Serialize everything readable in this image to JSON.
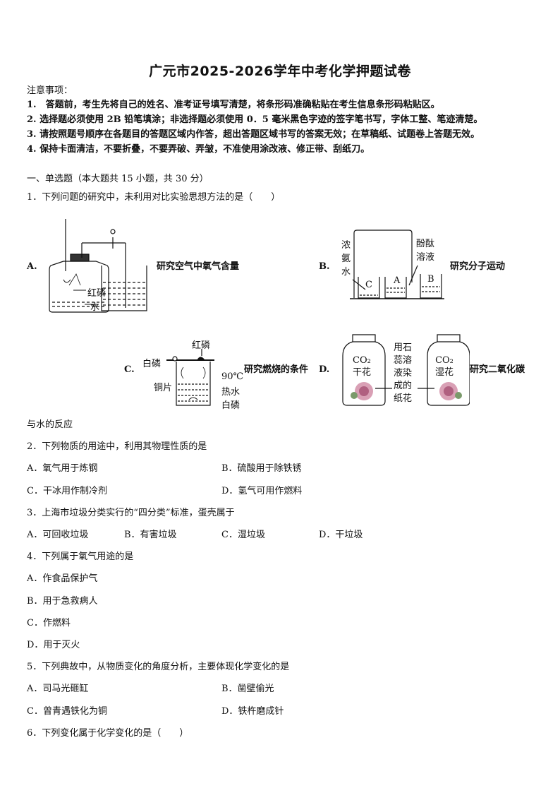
{
  "title": "广元市2025-2026学年中考化学押题试卷",
  "notice": {
    "heading": "注意事项：",
    "items": [
      "1.　答题前，考生先将自己的姓名、准考证号填写清楚，将条形码准确粘贴在考生信息条形码粘贴区。",
      "2.  选择题必须使用 2B 铅笔填涂；非选择题必须使用 0．5 毫米黑色字迹的签字笔书写，字体工整、笔迹清楚。",
      "3.  请按照题号顺序在各题目的答题区域内作答，超出答题区域书写的答案无效；在草稿纸、试题卷上答题无效。",
      "4.  保持卡面清洁，不要折叠，不要弄破、弄皱，不准使用涂改液、修正带、刮纸刀。"
    ]
  },
  "section": "一、单选题（本大题共 15 小题，共 30 分）",
  "q1": {
    "stem": "1．下列问题的研究中，未利用对比实验思想方法的是（　　）",
    "A": {
      "letter": "A.",
      "caption": "研究空气中氧气含量",
      "label_p": "红磷",
      "label_w": "水"
    },
    "B": {
      "letter": "B.",
      "caption": "研究分子运动",
      "label_left": [
        "浓",
        "氨",
        "水"
      ],
      "label_right": [
        "酚酞",
        "溶液"
      ],
      "beaker_c": "C",
      "beaker_a": "A",
      "beaker_b": "B"
    },
    "C": {
      "letter": "C.",
      "caption": "研究燃烧的条件",
      "label_red": "红磷",
      "label_white_top": "白磷",
      "label_cu": "铜片",
      "label_temp": "90℃",
      "label_hot": "热水",
      "label_white_bot": "白磷"
    },
    "D": {
      "letter": "D.",
      "caption": "研究二氧化碳",
      "jar1": [
        "CO₂",
        "干花"
      ],
      "jar2": [
        "CO₂",
        "湿花"
      ],
      "middle": [
        "用石",
        "蕊溶",
        "液染",
        "成的",
        "纸花"
      ]
    },
    "continuation": "与水的反应"
  },
  "q2": {
    "stem": "2．下列物质的用途中，利用其物理性质的是",
    "A": "A．氧气用于炼钢",
    "B": "B．硫酸用于除铁锈",
    "C": "C．干冰用作制冷剂",
    "D": "D．氢气可用作燃料"
  },
  "q3": {
    "stem": "3．上海市垃圾分类实行的“四分类”标准，蛋壳属于",
    "A": "A．可回收垃圾",
    "B": "B．有害垃圾",
    "C": "C．湿垃圾",
    "D": "D．干垃圾"
  },
  "q4": {
    "stem": "4．下列属于氧气用途的是",
    "A": "A．作食品保护气",
    "B": "B．用于急救病人",
    "C": "C．作燃料",
    "D": "D．用于灭火"
  },
  "q5": {
    "stem": "5．下列典故中，从物质变化的角度分析，主要体现化学变化的是",
    "A": "A．司马光砸缸",
    "B": "B．凿壁偷光",
    "C": "C．曾青遇铁化为铜",
    "D": "D．铁杵磨成针"
  },
  "q6": {
    "stem": "6．下列变化属于化学变化的是（　　）"
  }
}
